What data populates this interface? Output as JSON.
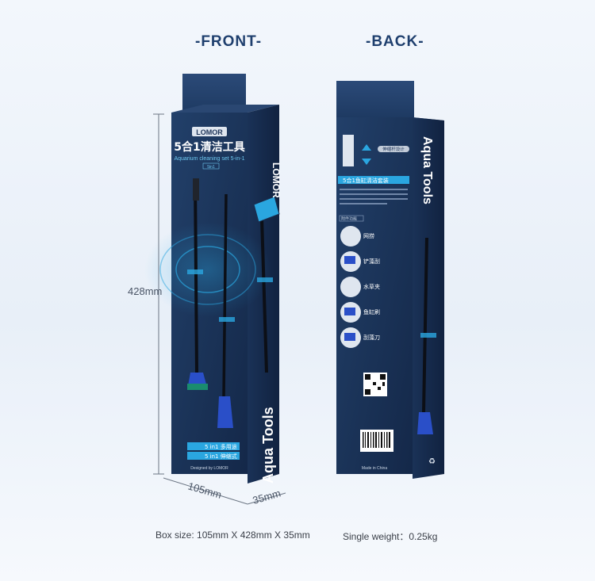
{
  "labels": {
    "front": "-FRONT-",
    "back": "-BACK-"
  },
  "dimensions": {
    "height": "428mm",
    "width": "105mm",
    "depth": "35mm"
  },
  "captions": {
    "box_size": "Box size: 105mm X 428mm X 35mm",
    "weight": "Single weight：0.25kg"
  },
  "front_box": {
    "brand": "LOMOR",
    "title_cn": "5合1清洁工具",
    "subtitle": "Aquarium cleaning set 5-in-1",
    "tag": "5in1",
    "spine_brand": "LOMOR",
    "spine_title": "Aqua Tools",
    "features": [
      "5 in1 多用途",
      "5 in1 伸缩式"
    ],
    "designed_by": "Designed by LOMOR"
  },
  "back_box": {
    "spine_title": "Aqua Tools",
    "design_label": "伸缩杆设计",
    "set_label": "5合1鱼缸清洁套装",
    "accessories_label": "附件功能",
    "accessories": [
      "网捞",
      "铲藻刮",
      "水草夹",
      "鱼缸刷",
      "刮藻刀"
    ],
    "made_in": "Made in China"
  },
  "colors": {
    "box_navy": "#1d3358",
    "box_side": "#15284a",
    "accent_blue": "#2aa6e0",
    "brush_blue": "#2a4fc8"
  }
}
